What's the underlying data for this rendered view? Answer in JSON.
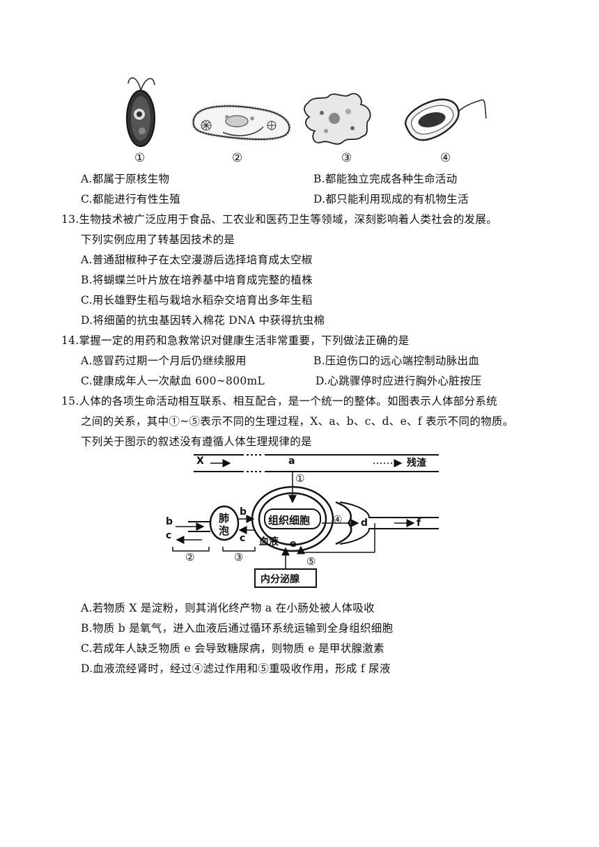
{
  "q12": {
    "organisms": [
      {
        "label": "①",
        "icon": "euglena-icon"
      },
      {
        "label": "②",
        "icon": "paramecium-icon"
      },
      {
        "label": "③",
        "icon": "amoeba-icon"
      },
      {
        "label": "④",
        "icon": "bacterium-icon"
      }
    ],
    "options": {
      "A": "A.都属于原核生物",
      "B": "B.都能独立完成各种生命活动",
      "C": "C.都能进行有性生殖",
      "D": "D.都只能利用现成的有机物生活"
    }
  },
  "q13": {
    "stem1": "13.生物技术被广泛应用于食品、工农业和医药卫生等领域，深刻影响着人类社会的发展。",
    "stem2": "下列实例应用了转基因技术的是",
    "options": {
      "A": "A.普通甜椒种子在太空漫游后选择培育成太空椒",
      "B": "B.将蝴蝶兰叶片放在培养基中培育成完整的植株",
      "C": "C.用长雄野生稻与栽培水稻杂交培育出多年生稻",
      "D": "D.将细菌的抗虫基因转入棉花 DNA 中获得抗虫棉"
    }
  },
  "q14": {
    "stem": "14.掌握一定的用药和急救常识对健康生活非常重要，下列做法正确的是",
    "options": {
      "A": "A.感冒药过期一个月后仍继续服用",
      "B": "B.压迫伤口的远心端控制动脉出血",
      "C": "C.健康成年人一次献血 600~800mL",
      "D": "D.心跳骤停时应进行胸外心脏按压"
    }
  },
  "q15": {
    "stem1": "15.人体的各项生命活动相互联系、相互配合，是一个统一的整体。如图表示人体部分系统",
    "stem2": "之间的关系，其中①~⑤表示不同的生理过程，X、a、b、c、d、e、f 表示不同的物质。",
    "stem3": "下列关于图示的叙述没有遵循人体生理规律的是",
    "diagram": {
      "x": "X",
      "a": "a",
      "residue": "残渣",
      "p1": "①",
      "b": "b",
      "c": "c",
      "lung": "肺",
      "alveoli": "泡",
      "tissue_cell": "组织细胞",
      "blood": "血液",
      "e": "e",
      "p4": "④",
      "d": "d",
      "f": "f",
      "p2": "②",
      "p3": "③",
      "p5": "⑤",
      "endocrine": "内分泌腺"
    },
    "options": {
      "A": "A.若物质 X 是淀粉，则其消化终产物 a 在小肠处被人体吸收",
      "B": "B.物质 b 是氧气，进入血液后通过循环系统运输到全身组织细胞",
      "C": "C.若成年人缺乏物质 e 会导致糖尿病，则物质 e 是甲状腺激素",
      "D": "D.血液流经肾时，经过④滤过作用和⑤重吸收作用，形成 f 尿液"
    }
  }
}
